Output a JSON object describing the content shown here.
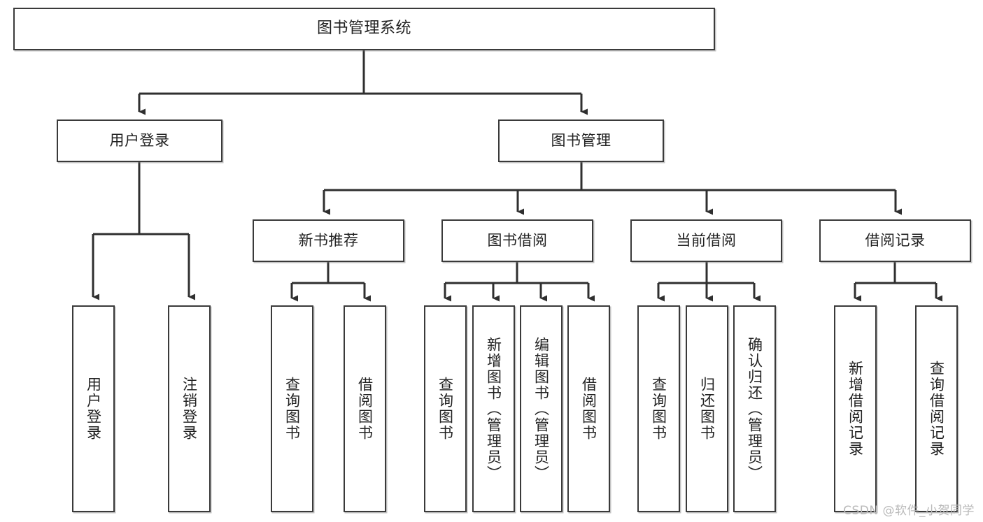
{
  "diagram": {
    "title": "图书管理系统",
    "type": "tree-hierarchy-diagram",
    "colors": {
      "box_border": "#3a3a3a",
      "box_fill": "#ffffff",
      "connector": "#2f2f2f",
      "text": "#222222",
      "watermark": "#b9b9b9",
      "background": "#ffffff"
    },
    "root": {
      "label": "图书管理系统"
    },
    "level2": [
      {
        "id": "user-login",
        "label": "用户登录"
      },
      {
        "id": "book-management",
        "label": "图书管理"
      }
    ],
    "level3": [
      {
        "id": "new-book-recommend",
        "label": "新书推荐",
        "parent": "book-management"
      },
      {
        "id": "book-borrow",
        "label": "图书借阅",
        "parent": "book-management"
      },
      {
        "id": "current-borrow",
        "label": "当前借阅",
        "parent": "book-management"
      },
      {
        "id": "borrow-record",
        "label": "借阅记录",
        "parent": "book-management"
      }
    ],
    "leaves": {
      "user_login": [
        {
          "id": "leaf-user-login",
          "label": "用户登录"
        },
        {
          "id": "leaf-logout",
          "label": "注销登录"
        }
      ],
      "new_book_recommend": [
        {
          "id": "leaf-query-books-1",
          "label": "查询图书"
        },
        {
          "id": "leaf-borrow-books-1",
          "label": "借阅图书"
        }
      ],
      "book_borrow": [
        {
          "id": "leaf-query-books-2",
          "label": "查询图书"
        },
        {
          "id": "leaf-add-book",
          "label": "新增图书（管理员）"
        },
        {
          "id": "leaf-edit-book",
          "label": "编辑图书（管理员）"
        },
        {
          "id": "leaf-borrow-books-2",
          "label": "借阅图书"
        }
      ],
      "current_borrow": [
        {
          "id": "leaf-query-books-3",
          "label": "查询图书"
        },
        {
          "id": "leaf-return-book",
          "label": "归还图书"
        },
        {
          "id": "leaf-confirm-return",
          "label": "确认归还（管理员）"
        }
      ],
      "borrow_record": [
        {
          "id": "leaf-add-record",
          "label": "新增借阅记录"
        },
        {
          "id": "leaf-query-record",
          "label": "查询借阅记录"
        }
      ]
    },
    "watermark": "CSDN @软件_小贺同学"
  }
}
